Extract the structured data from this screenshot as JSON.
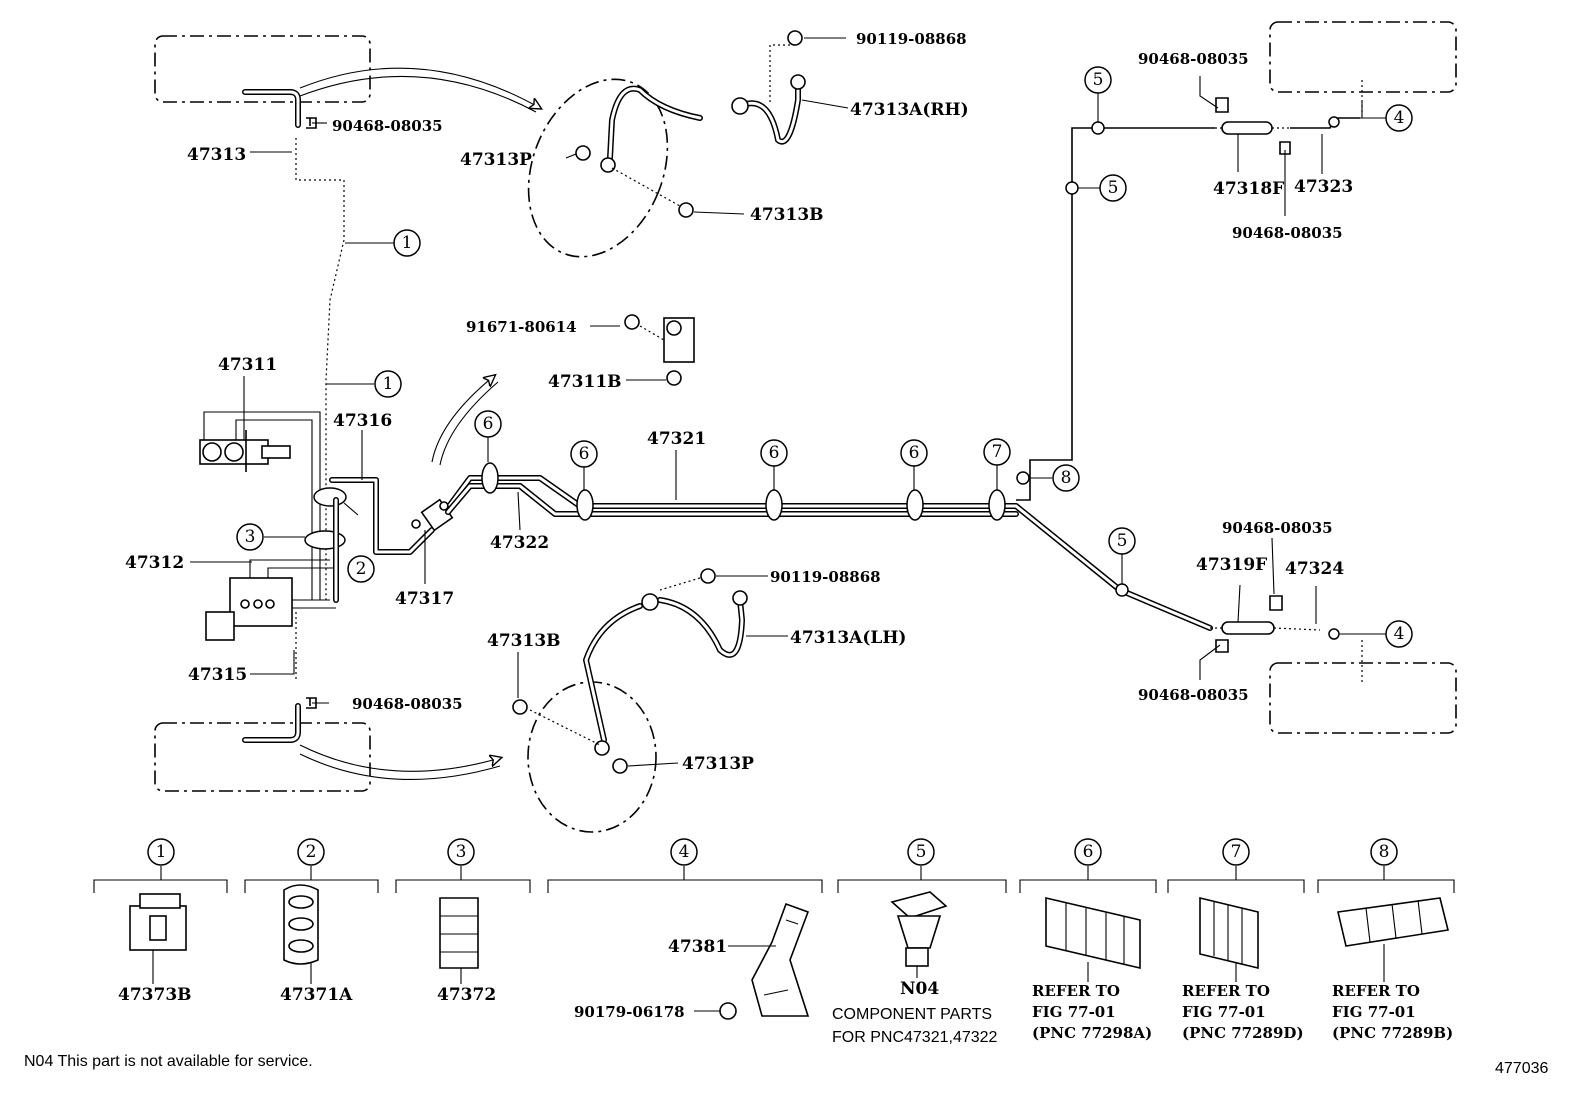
{
  "labels": {
    "p90119_top": "90119-08868",
    "p47313A_RH": "47313A(RH)",
    "p47313P_top": "47313P",
    "p47313B_top": "47313B",
    "p90468_upper_left": "90468-08035",
    "p47313": "47313",
    "p91671": "91671-80614",
    "p47311B": "47311B",
    "p47311": "47311",
    "p47316": "47316",
    "p47321": "47321",
    "p47322": "47322",
    "p47317": "47317",
    "p47312": "47312",
    "p47315": "47315",
    "p90468_lower_left": "90468-08035",
    "p90119_bottom": "90119-08868",
    "p47313A_LH": "47313A(LH)",
    "p47313B_bottom": "47313B",
    "p47313P_bottom": "47313P",
    "p90468_top_right": "90468-08035",
    "p47318F": "47318F",
    "p47323": "47323",
    "p90468_right_mid": "90468-08035",
    "p90468_right_lower": "90468-08035",
    "p47319F": "47319F",
    "p47324": "47324",
    "p90468_bottom_right": "90468-08035"
  },
  "callouts": {
    "c1": "1",
    "c2": "2",
    "c3": "3",
    "c4": "4",
    "c5": "5",
    "c6": "6",
    "c7": "7",
    "c8": "8"
  },
  "legend": {
    "item1_part": "47373B",
    "item2_part": "47371A",
    "item3_part": "47372",
    "item4_part_a": "47381",
    "item4_part_b": "90179-06178",
    "item5_part": "N04",
    "item5_note_1": "COMPONENT PARTS",
    "item5_note_2": "FOR PNC47321,47322",
    "item6_ref_1": "REFER TO",
    "item6_ref_2": "FIG 77-01",
    "item6_ref_3": "(PNC 77298A)",
    "item7_ref_1": "REFER TO",
    "item7_ref_2": "FIG 77-01",
    "item7_ref_3": "(PNC 77289D)",
    "item8_ref_1": "REFER TO",
    "item8_ref_2": "FIG 77-01",
    "item8_ref_3": "(PNC 77289B)"
  },
  "footer": {
    "note": "N04 This part is not available for service.",
    "diagram_id": "477036"
  }
}
